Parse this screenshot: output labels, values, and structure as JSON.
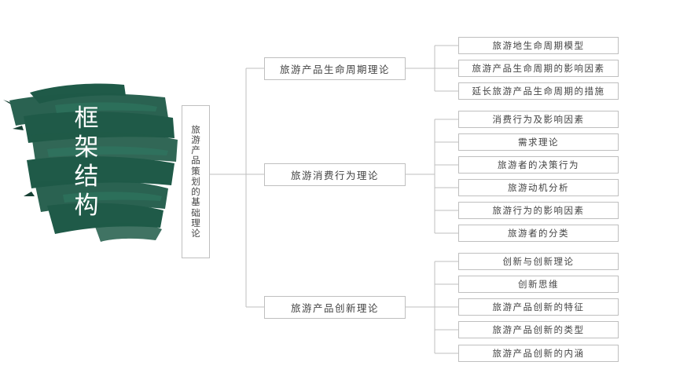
{
  "title_chars": [
    "框",
    "架",
    "结",
    "构"
  ],
  "root": {
    "label_chars": [
      "旅",
      "游",
      "产",
      "品",
      "策",
      "划",
      "的",
      "基",
      "础",
      "理",
      "论"
    ]
  },
  "branches": [
    {
      "label": "旅游产品生命周期理论",
      "children": [
        "旅游地生命周期模型",
        "旅游产品生命周期的影响因素",
        "延长旅游产品生命周期的措施"
      ]
    },
    {
      "label": "旅游消费行为理论",
      "children": [
        "消费行为及影响因素",
        "需求理论",
        "旅游者的决策行为",
        "旅游动机分析",
        "旅游行为的影响因素",
        "旅游者的分类"
      ]
    },
    {
      "label": "旅游产品创新理论",
      "children": [
        "创新与创新理论",
        "创新思维",
        "旅游产品创新的特征",
        "旅游产品创新的类型",
        "旅游产品创新的内涵"
      ]
    }
  ],
  "colors": {
    "brush": "#1f5a48",
    "brush_light": "#2f7a63",
    "line": "#bfbfbf",
    "text": "#444444"
  }
}
